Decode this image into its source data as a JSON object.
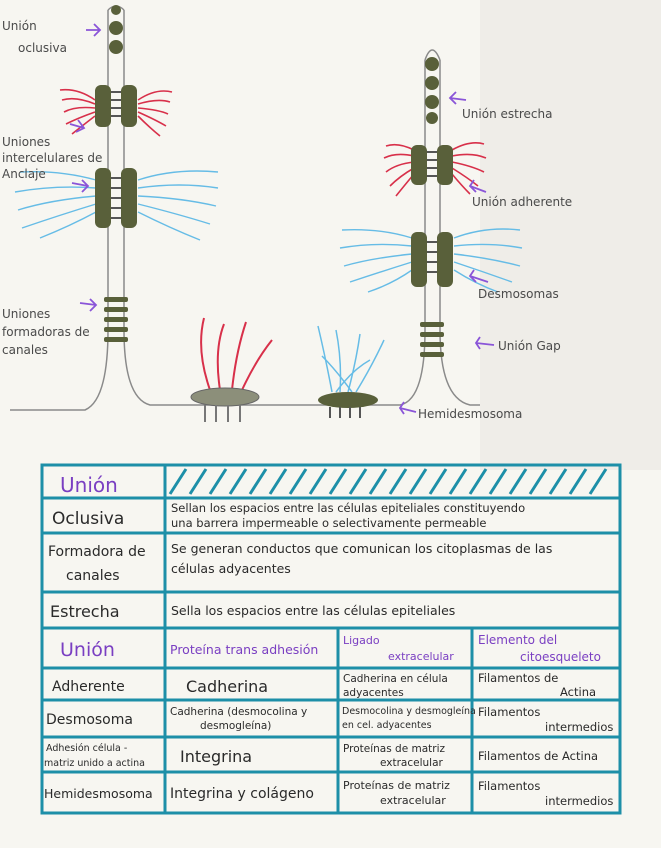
{
  "labels": {
    "union_oclusiva": [
      "Unión",
      "oclusiva"
    ],
    "uniones_intercelulares": [
      "Uniones",
      "intercelulares de",
      "Anclaje"
    ],
    "uniones_formadoras": [
      "Uniones",
      "formadoras de",
      "canales"
    ],
    "union_estrecha": "Unión estrecha",
    "union_adherente": "Unión adherente",
    "desmosomas": "Desmosomas",
    "union_gap": "Unión Gap",
    "hemidesmosoma": "Hemidesmosoma"
  },
  "table1": {
    "header": "Unión",
    "rows": [
      {
        "name": [
          "Oclusiva"
        ],
        "desc": [
          "Sellan los espacios entre las células epiteliales constituyendo",
          "una barrera impermeable o selectivamente permeable"
        ]
      },
      {
        "name": [
          "Formadora de",
          "canales"
        ],
        "desc": [
          "Se generan conductos que comunican los citoplasmas de las",
          "células adyacentes"
        ]
      },
      {
        "name": [
          "Estrecha"
        ],
        "desc": [
          "Sella los espacios entre las células epiteliales"
        ]
      }
    ]
  },
  "table2": {
    "headers": [
      [
        "Unión"
      ],
      [
        "Proteína trans adhesión"
      ],
      [
        "Ligado",
        "extracelular"
      ],
      [
        "Elemento del",
        "citoesqueleto"
      ]
    ],
    "rows": [
      [
        [
          "Adherente"
        ],
        [
          "Cadherina"
        ],
        [
          "Cadherina en célula",
          "adyacentes"
        ],
        [
          "Filamentos de",
          "Actina"
        ]
      ],
      [
        [
          "Desmosoma"
        ],
        [
          "Cadherina (desmocolina y",
          "desmogleína)"
        ],
        [
          "Desmocolina y desmogleína",
          "en cel. adyacentes"
        ],
        [
          "Filamentos",
          "intermedios"
        ]
      ],
      [
        [
          "Adhesión célula -",
          "matriz unido a actina"
        ],
        [
          "Integrina"
        ],
        [
          "Proteínas de matriz",
          "extracelular"
        ],
        [
          "Filamentos de Actina"
        ]
      ],
      [
        [
          "Hemidesmosoma"
        ],
        [
          "Integrina y colágeno"
        ],
        [
          "Proteínas de matriz",
          "extracelular"
        ],
        [
          "Filamentos",
          "intermedios"
        ]
      ]
    ]
  },
  "colors": {
    "teal": "#1d8fa8",
    "olive": "#59603a",
    "red": "#d8304a",
    "lightblue": "#66bce6",
    "purple": "#8a55d8",
    "pencil": "#8a8a8a"
  }
}
